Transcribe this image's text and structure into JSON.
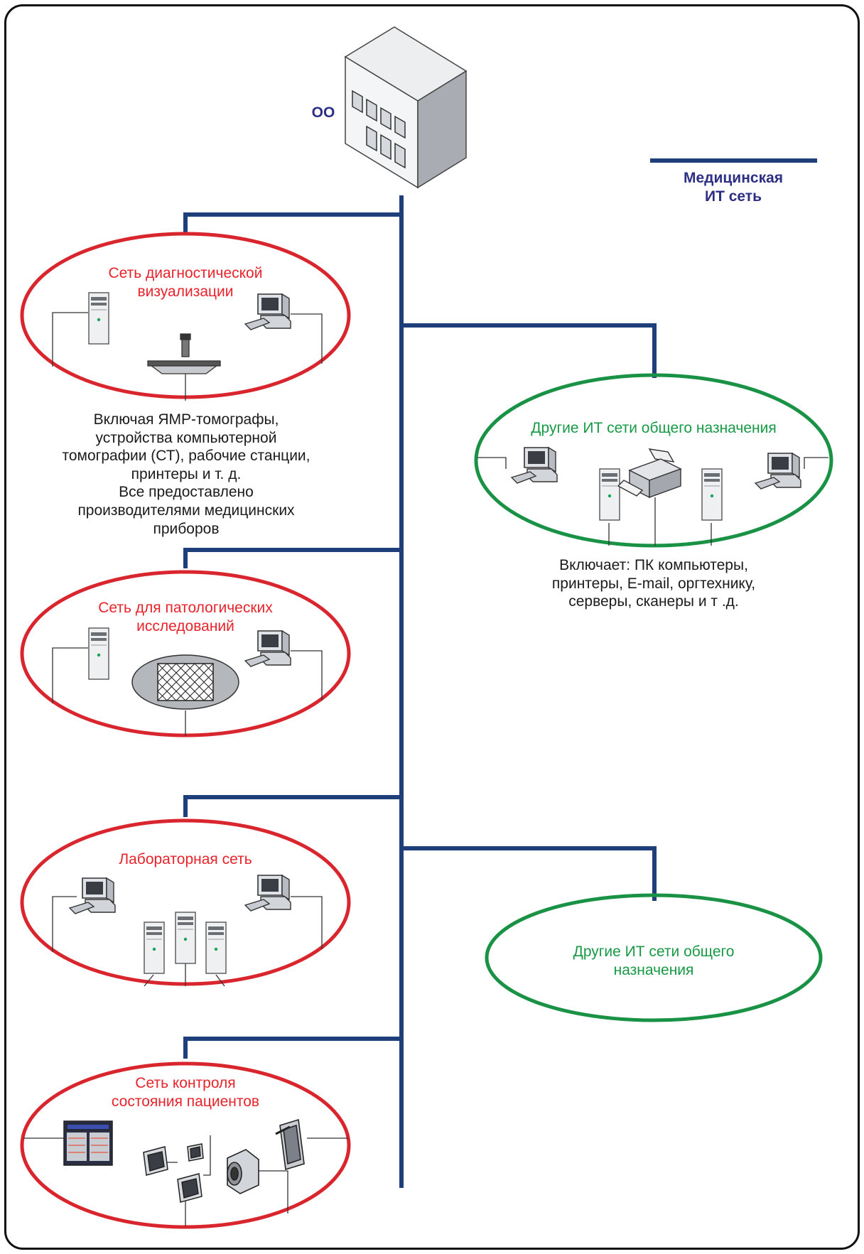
{
  "building_label": "ОО",
  "legend": {
    "line1": "Медицинская",
    "line2": "ИТ сеть",
    "line_color": "#1e3f7a"
  },
  "colors": {
    "backbone": "#1e3f7a",
    "medical_network": "#d9262e",
    "general_network": "#199245"
  },
  "networks": {
    "imaging": {
      "title_line1": "Сеть диагностической",
      "title_line2": "визуализации",
      "note_lines": [
        "Включая ЯМР-томографы,",
        "устройства компьютерной",
        "томографии (СТ), рабочие станции,",
        "принтеры и т. д.",
        "Все предоставлено",
        "производителями медицинских",
        "приборов"
      ]
    },
    "general_it_1": {
      "title": "Другие ИТ сети общего назначения",
      "note_lines": [
        "Включает: ПК компьютеры,",
        "принтеры, E-mail, оргтехнику,",
        "серверы, сканеры и т .д."
      ]
    },
    "pathology": {
      "title_line1": "Сеть для патологических",
      "title_line2": "исследований"
    },
    "laboratory": {
      "title": "Лабораторная сеть"
    },
    "general_it_2": {
      "title_line1": "Другие ИТ сети общего",
      "title_line2": "назначения"
    },
    "patient_monitoring": {
      "title_line1": "Сеть контроля",
      "title_line2": "состояния пациентов"
    }
  }
}
